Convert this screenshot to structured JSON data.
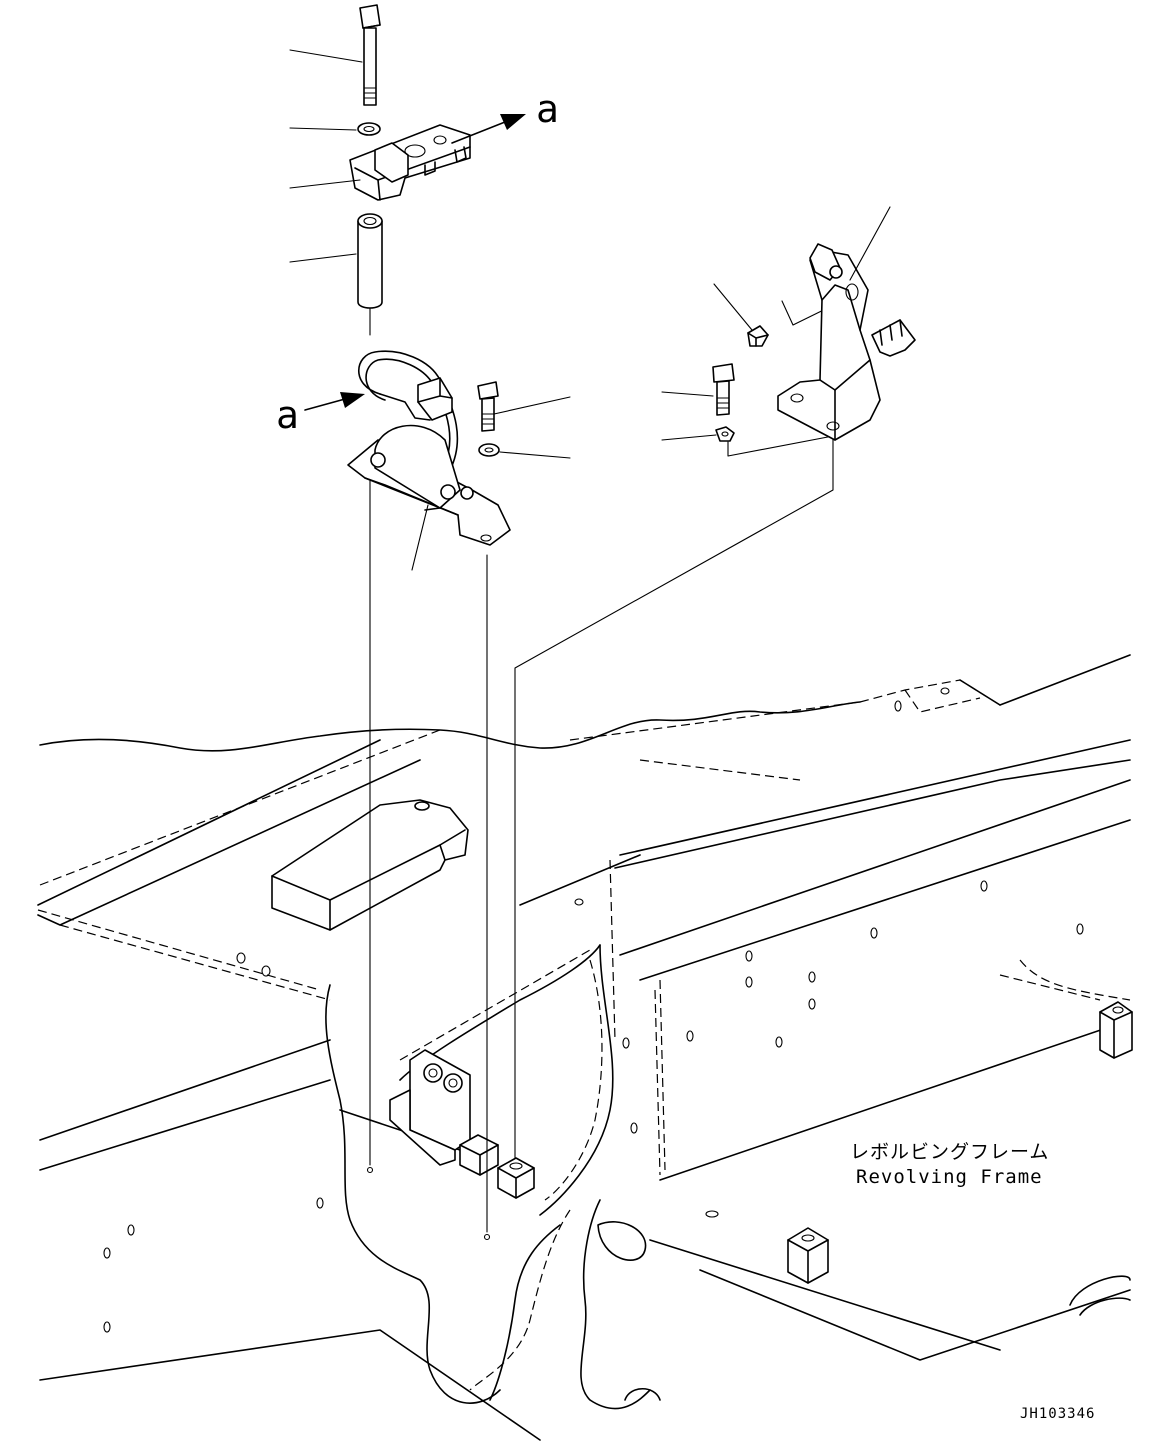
{
  "view_ref": {
    "top_label": "a",
    "side_label": "a"
  },
  "frame_caption": {
    "japanese": "レボルビングフレーム",
    "english": "Revolving Frame"
  },
  "drawing_number": "JH103346"
}
